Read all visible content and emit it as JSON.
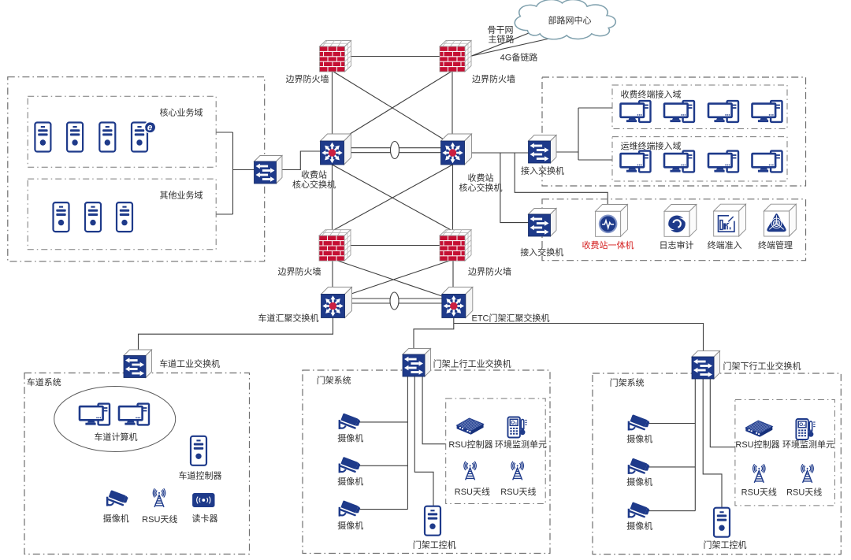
{
  "colors": {
    "navy": "#1e3a8a",
    "brick_red": "#c50f33",
    "alert_red": "#d42020",
    "line": "#3f3f3f",
    "zone_dash": "#6e6e6e",
    "cloud_stroke": "#7fa0ad",
    "text": "#2e2e2e"
  },
  "cloud": {
    "label": "部路网中心"
  },
  "wan_links": {
    "backbone_line1": "骨干网",
    "backbone_line2": "主链路",
    "backup": "4G备链路"
  },
  "firewall_label": "边界防火墙",
  "core_switch": {
    "line1": "收费站",
    "line2": "核心交换机"
  },
  "access_switch_label": "接入交换机",
  "business": {
    "core_domain": "核心业务域",
    "other_domain": "其他业务域"
  },
  "terminal": {
    "toll_domain": "收费终端接入域",
    "ops_domain": "运维终端接入域"
  },
  "apps": {
    "aio": "收费站一体机",
    "log_audit": "日志审计",
    "admission": "终端准入",
    "management": "终端管理"
  },
  "aggregation": {
    "lane": "车道汇聚交换机",
    "etc": "ETC门架汇聚交换机"
  },
  "lane_system": {
    "title": "车道系统",
    "switch": "车道工业交换机",
    "computer": "车道计算机",
    "controller": "车道控制器",
    "camera": "摄像机",
    "antenna": "RSU天线",
    "reader": "读卡器"
  },
  "gantry": {
    "title": "门架系统",
    "up_switch": "门架上行工业交换机",
    "down_switch": "门架下行工业交换机",
    "camera": "摄像机",
    "rsu_controller": "RSU控制器",
    "env_unit": "环境监测单元",
    "antenna": "RSU天线",
    "ipc": "门架工控机"
  },
  "icons": {
    "badge_e": "e",
    "env_o2": "O₂"
  }
}
